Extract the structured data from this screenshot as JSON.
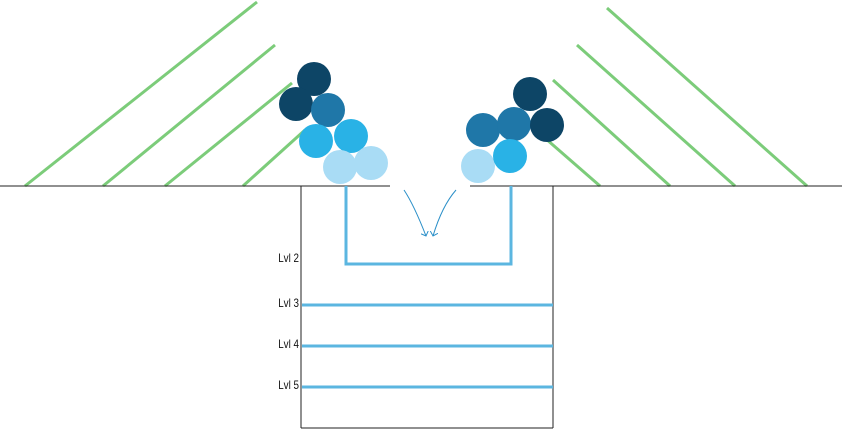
{
  "levels": [
    {
      "label": "Lvl 2"
    },
    {
      "label": "Lvl 3"
    },
    {
      "label": "Lvl 4"
    },
    {
      "label": "Lvl 5"
    }
  ],
  "colors": {
    "hatch": "#7ccc7a",
    "ground": "#222222",
    "shaft": "#222222",
    "level_line": "#5bb6e0",
    "arrow": "#2a8fc8",
    "ball_dark": "#0d4566",
    "ball_mid": "#1f77a8",
    "ball_bright": "#29b2e6",
    "ball_light": "#a9dcf5"
  }
}
